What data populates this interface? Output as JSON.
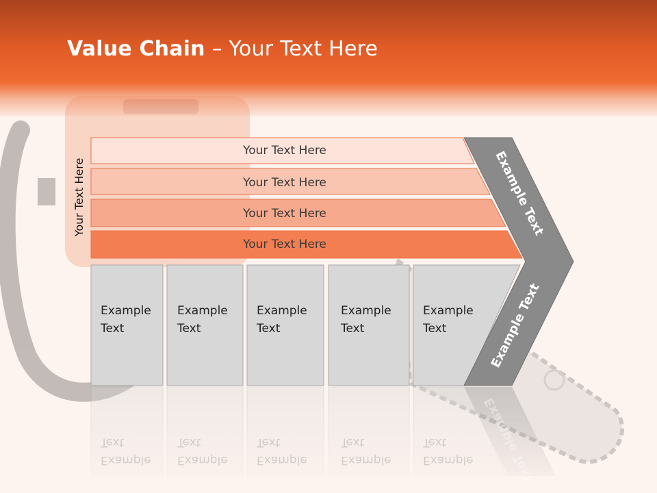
{
  "title": {
    "bold": "Value Chain",
    "rest": " – Your Text Here"
  },
  "side_label": "Your Text Here",
  "bars": [
    {
      "label": "Your Text Here",
      "color": "#fde3da"
    },
    {
      "label": "Your Text Here",
      "color": "#f9c5b1"
    },
    {
      "label": "Your Text Here",
      "color": "#f6a98c"
    },
    {
      "label": "Your Text Here",
      "color": "#f37e52"
    }
  ],
  "boxes": [
    {
      "line1": "Example",
      "line2": "Text"
    },
    {
      "line1": "Example",
      "line2": "Text"
    },
    {
      "line1": "Example",
      "line2": "Text"
    },
    {
      "line1": "Example",
      "line2": "Text"
    },
    {
      "line1": "Example",
      "line2": "Text"
    }
  ],
  "chevron": {
    "upper": "Example Text",
    "lower": "Example Text",
    "color": "#8a8a8a"
  },
  "colors": {
    "header": "#e15b27",
    "box_fill": "#d7d7d7"
  }
}
